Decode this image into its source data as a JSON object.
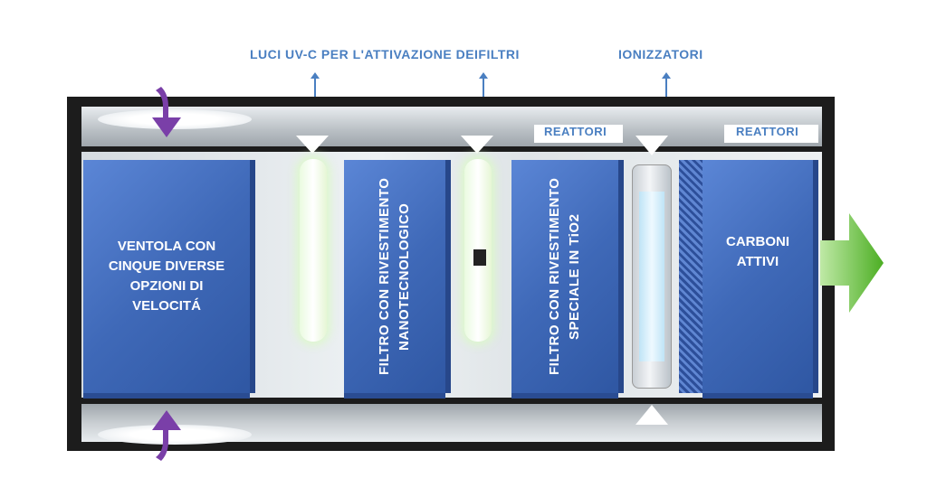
{
  "labels": {
    "uv_lights": "LUCI UV-C PER L'ATTIVAZIONE DEIFILTRI",
    "ionizers": "IONIZZATORI",
    "reactors_left": "REATTORI",
    "reactors_right": "REATTORI"
  },
  "blocks": {
    "fan": "VENTOLA CON CINQUE DIVERSE OPZIONI DI VELOCITÁ",
    "filter_nano": "FILTRO CON RIVESTIMENTO NANOTECNOLOGICO",
    "filter_tio2": "FILTRO CON RIVESTIMENTO SPECIALE IN TiO2",
    "carbon": "CARBONI ATTIVI"
  },
  "colors": {
    "label_blue": "#4a7fc1",
    "block_blue": "#3f69b8",
    "intake_arrow": "#7a3fa8",
    "exhaust_arrow": "#5cb82e"
  }
}
